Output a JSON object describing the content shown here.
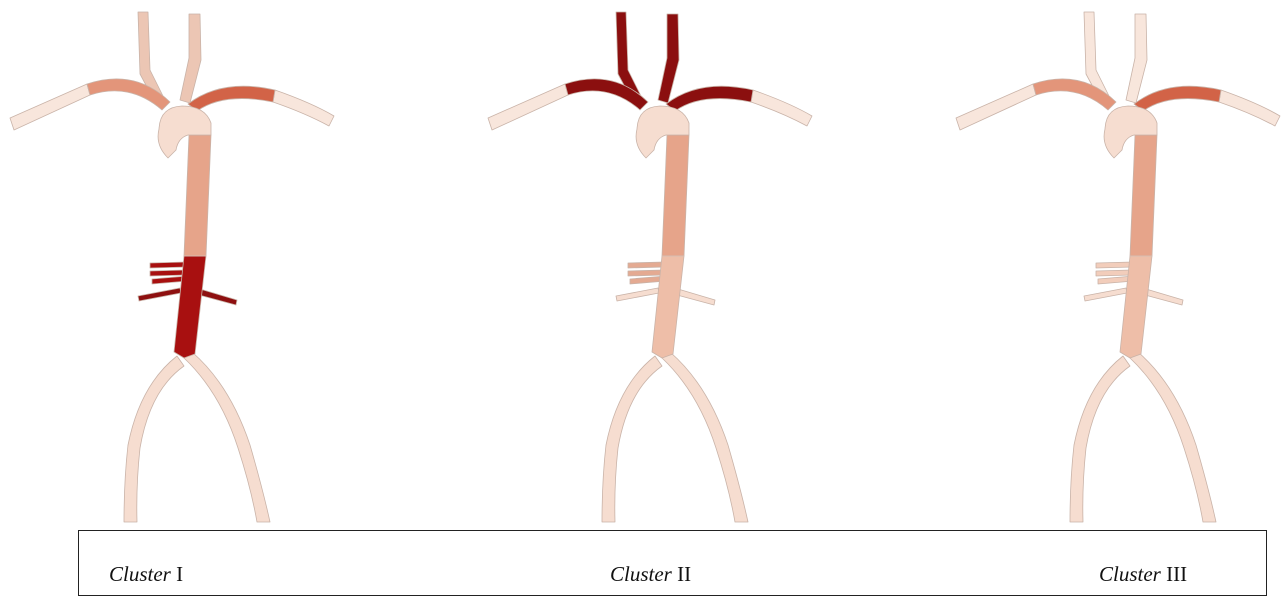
{
  "clusters": [
    {
      "id": "cluster-1",
      "caption_italic": "Cluster",
      "caption_numeral": "I",
      "segment_colors": {
        "left_carotid": "#ecc6b4",
        "right_carotid": "#ecc6b4",
        "left_subclavian_prox": "#e3957a",
        "left_subclavian_dist": "#f8e6dc",
        "right_subclavian_prox": "#d26347",
        "right_subclavian_dist": "#f8e6dc",
        "arch": "#f6ddd0",
        "descending_thoracic": "#e6a48a",
        "abdominal": "#a81010",
        "visceral_upper": "#a81010",
        "visceral_lower": "#a81010",
        "renal_left": "#8e1010",
        "renal_right": "#8e1010",
        "iliac_left": "#f6ddd0",
        "iliac_right": "#f6ddd0"
      }
    },
    {
      "id": "cluster-2",
      "caption_italic": "Cluster",
      "caption_numeral": "II",
      "segment_colors": {
        "left_carotid": "#8b0f0f",
        "right_carotid": "#8b0f0f",
        "left_subclavian_prox": "#8b0f0f",
        "left_subclavian_dist": "#f8e6dc",
        "right_subclavian_prox": "#8b0f0f",
        "right_subclavian_dist": "#f8e6dc",
        "arch": "#f6ddd0",
        "descending_thoracic": "#e6a48a",
        "abdominal": "#eebea8",
        "visceral_upper": "#e4aa92",
        "visceral_lower": "#e4aa92",
        "renal_left": "#f6ddd0",
        "renal_right": "#f6ddd0",
        "iliac_left": "#f6ddd0",
        "iliac_right": "#f6ddd0"
      }
    },
    {
      "id": "cluster-3",
      "caption_italic": "Cluster",
      "caption_numeral": "III",
      "segment_colors": {
        "left_carotid": "#f8e6dc",
        "right_carotid": "#f8e6dc",
        "left_subclavian_prox": "#e3957a",
        "left_subclavian_dist": "#f8e6dc",
        "right_subclavian_prox": "#d26347",
        "right_subclavian_dist": "#f8e6dc",
        "arch": "#f6ddd0",
        "descending_thoracic": "#e6a48a",
        "abdominal": "#eebea8",
        "visceral_upper": "#f2cdbb",
        "visceral_lower": "#f2cdbb",
        "renal_left": "#f6ddd0",
        "renal_right": "#f6ddd0",
        "iliac_left": "#f6ddd0",
        "iliac_right": "#f6ddd0"
      }
    }
  ]
}
